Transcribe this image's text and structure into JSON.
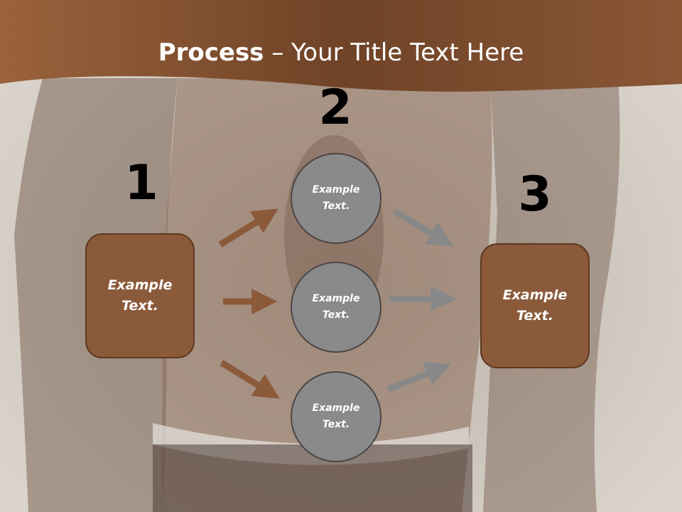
{
  "title": {
    "bold": "Process",
    "rest": " – Your Title Text Here"
  },
  "steps": [
    {
      "number": "1",
      "label": "Example\nText."
    },
    {
      "number": "2"
    },
    {
      "number": "3",
      "label": "Example\nText."
    }
  ],
  "circles": [
    {
      "label": "Example\nText."
    },
    {
      "label": "Example\nText."
    },
    {
      "label": "Example\nText."
    }
  ],
  "colors": {
    "header": "#7a4a2c",
    "box_fill": "#8b5a3a",
    "circle_fill": "#8b8a8a",
    "arrow_brown": "#8b5a3a",
    "arrow_gray": "#888888"
  }
}
